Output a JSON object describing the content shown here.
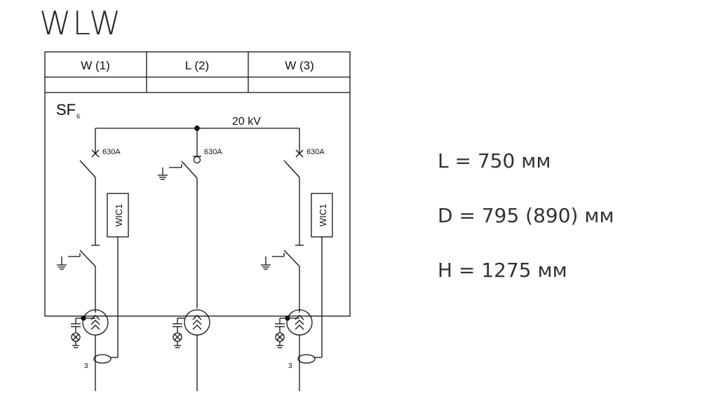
{
  "title": "WLW",
  "panels": [
    {
      "label": "W (1)",
      "type": "W",
      "rating": "630A",
      "relay": "WIC1"
    },
    {
      "label": "L (2)",
      "type": "L",
      "rating": "630A"
    },
    {
      "label": "W (3)",
      "type": "W",
      "rating": "630A",
      "relay": "WIC1"
    }
  ],
  "insulation": {
    "main": "SF",
    "sub": "6"
  },
  "busbar_voltage": "20 kV",
  "ct_label": "3",
  "dimensions": [
    {
      "text": "L = 750 мм"
    },
    {
      "text": "D = 795 (890) мм"
    },
    {
      "text": "H = 1275 мм"
    }
  ]
}
